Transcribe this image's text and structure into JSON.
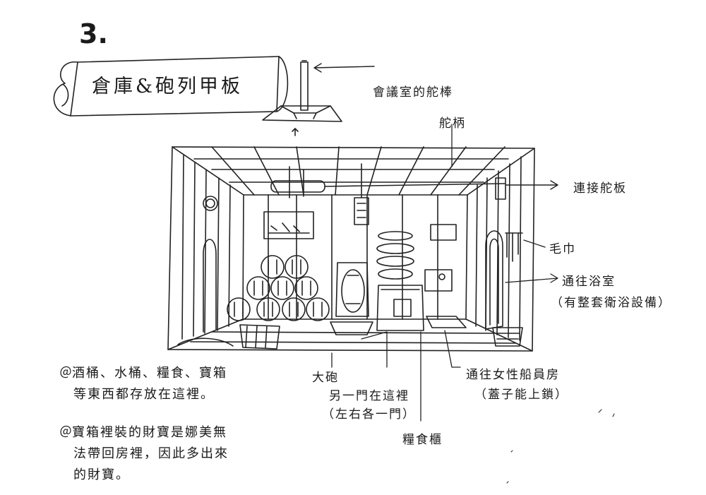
{
  "page": {
    "number": "3."
  },
  "title": "倉庫&砲列甲板",
  "labels": {
    "meeting_room_rudder": "會議室的舵棒",
    "tiller": "舵柄",
    "connect_rudder": "連接舵板",
    "towel": "毛巾",
    "to_bathroom": "通往浴室",
    "bathroom_note": "（有整套衛浴設備）",
    "to_women_quarters": "通往女性船員房",
    "lid_lock": "（蓋子能上鎖）",
    "cannon": "大砲",
    "other_door": "另一門在這裡",
    "door_note": "（左右各一門）",
    "food_cabinet": "糧食櫃"
  },
  "notes": [
    {
      "mark": "＠",
      "lines": [
        "酒桶、水桶、糧食、寶箱",
        "等東西都存放在這裡。"
      ]
    },
    {
      "mark": "＠",
      "lines": [
        "寶箱裡裝的財寶是娜美無",
        "法帶回房裡，因此多出來",
        "的財寶。"
      ]
    }
  ]
}
